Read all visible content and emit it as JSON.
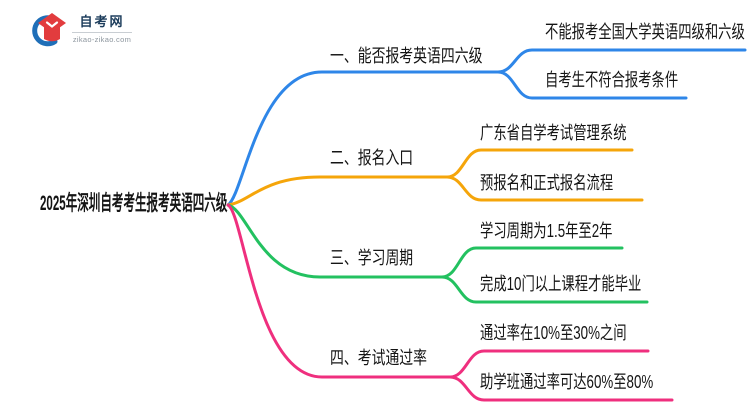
{
  "logo": {
    "site_name": "自考网",
    "domain": "zikao-zikao.com",
    "colors": {
      "crescent_blue": "#1f6fb8",
      "cap_red": "#e23c3e"
    }
  },
  "mindmap": {
    "root": "2025年深圳自考考生报考英语四六级",
    "branches": [
      {
        "label": "一、能否报考英语四六级",
        "color": "#2e86e8",
        "children": [
          "不能报考全国大学英语四级和六级",
          "自考生不符合报考条件"
        ]
      },
      {
        "label": "二、报名入口",
        "color": "#f5a50a",
        "children": [
          "广东省自学考试管理系统",
          "预报名和正式报名流程"
        ]
      },
      {
        "label": "三、学习周期",
        "color": "#23c160",
        "children": [
          "学习周期为1.5年至2年",
          "完成10门以上课程才能毕业"
        ]
      },
      {
        "label": "四、考试通过率",
        "color": "#ef2f7e",
        "children": [
          "通过率在10%至30%之间",
          "助学班通过率可达60%至80%"
        ]
      }
    ]
  }
}
